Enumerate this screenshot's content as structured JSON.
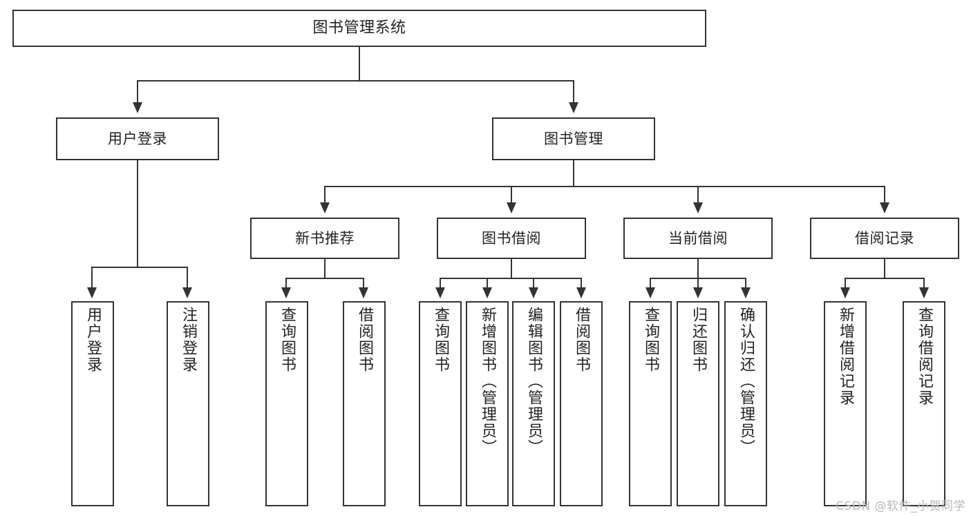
{
  "diagram": {
    "type": "tree-hierarchy",
    "title": "图书管理系统",
    "watermark": "CSDN @软件_小贺同学",
    "colors": {
      "box_border": "#333333",
      "box_fill": "#ffffff",
      "connector": "#333333",
      "text": "#222222",
      "watermark": "#b9b9b9",
      "background": "#ffffff"
    },
    "nodes": {
      "root": {
        "label": "图书管理系统"
      },
      "level1": [
        {
          "id": "user-login",
          "label": "用户登录"
        },
        {
          "id": "book-manage",
          "label": "图书管理"
        }
      ],
      "level2": [
        {
          "id": "new-book-recommend",
          "label": "新书推荐"
        },
        {
          "id": "book-borrow",
          "label": "图书借阅"
        },
        {
          "id": "current-borrow",
          "label": "当前借阅"
        },
        {
          "id": "borrow-record",
          "label": "借阅记录"
        }
      ],
      "leaves": {
        "user_login": [
          {
            "id": "leaf-user-login",
            "label": "用户登录"
          },
          {
            "id": "leaf-user-logout",
            "label": "注销登录"
          }
        ],
        "new_book_recommend": [
          {
            "id": "leaf-query-book-1",
            "label": "查询图书"
          },
          {
            "id": "leaf-borrow-book-1",
            "label": "借阅图书"
          }
        ],
        "book_borrow": [
          {
            "id": "leaf-query-book-2",
            "label": "查询图书"
          },
          {
            "id": "leaf-add-book",
            "label": "新增图书（管理员）"
          },
          {
            "id": "leaf-edit-book",
            "label": "编辑图书（管理员）"
          },
          {
            "id": "leaf-borrow-book-2",
            "label": "借阅图书"
          }
        ],
        "current_borrow": [
          {
            "id": "leaf-query-book-3",
            "label": "查询图书"
          },
          {
            "id": "leaf-return-book",
            "label": "归还图书"
          },
          {
            "id": "leaf-confirm-return",
            "label": "确认归还（管理员）"
          }
        ],
        "borrow_record": [
          {
            "id": "leaf-add-record",
            "label": "新增借阅记录"
          },
          {
            "id": "leaf-query-record",
            "label": "查询借阅记录"
          }
        ]
      }
    }
  }
}
